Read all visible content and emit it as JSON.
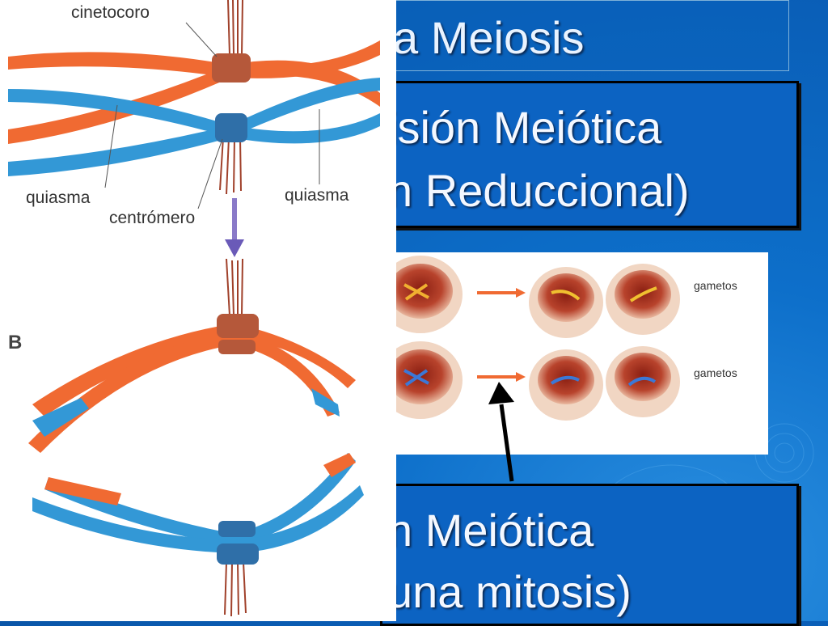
{
  "slide": {
    "title": "a Meiosis",
    "box1": {
      "line1": "isión Meiótica",
      "line2": "n Reduccional)"
    },
    "box2": {
      "line1": "n Meiótica",
      "line2": "una mitosis)"
    }
  },
  "diagram": {
    "labels": {
      "kinetochore": "cinetocoro",
      "chiasma_left": "quiasma",
      "chiasma_right": "quiasma",
      "centromere": "centrómero",
      "panel_b": "B"
    }
  },
  "photo": {
    "labels": {
      "gametes_top": "gametos",
      "gametes_bottom": "gametos"
    }
  },
  "colors": {
    "background": "#0a5fb8",
    "chromosome_orange": "#f06a32",
    "chromosome_blue": "#3398d6",
    "centromere_brown": "#b5583a"
  }
}
